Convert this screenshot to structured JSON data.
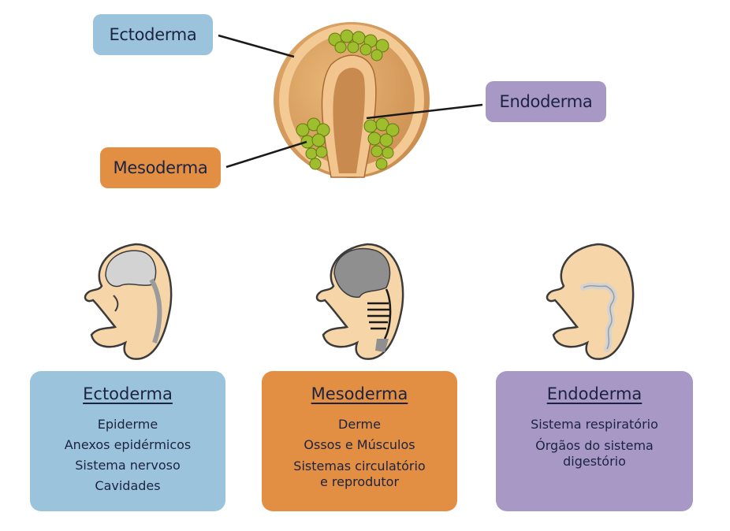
{
  "labels": {
    "ectoderm": "Ectoderma",
    "mesoderm": "Mesoderma",
    "endoderm": "Endoderma"
  },
  "cards": [
    {
      "title": "Ectoderma",
      "items": [
        "Epiderme",
        "Anexos epidérmicos",
        "Sistema nervoso",
        "Cavidades"
      ]
    },
    {
      "title": "Mesoderma",
      "items": [
        "Derme",
        "Ossos e Músculos",
        "Sistemas circulatório\ne reprodutor"
      ]
    },
    {
      "title": "Endoderma",
      "items": [
        "Sistema respiratório",
        "Órgãos do sistema\ndigestório"
      ]
    }
  ],
  "colors": {
    "ectoderm": "#9cc3dc",
    "mesoderm": "#e28e43",
    "endoderm": "#a898c6",
    "embryo_skin": "#f6d6a8",
    "embryo_outline": "#3b3b3b",
    "gastrula": "#d9a063",
    "cells_green": "#9fbe2e"
  }
}
